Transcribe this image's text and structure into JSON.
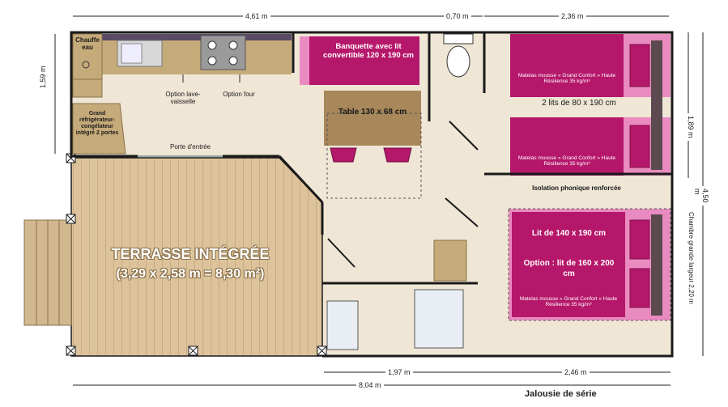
{
  "dimensions": {
    "top_left": "4,61 m",
    "top_mid": "0,70 m",
    "top_right": "2,36 m",
    "left": "1,59 m",
    "right_upper": "1,89 m",
    "right_total": "4,50 m",
    "right_side_note": "Chambre grande largeur 2,20 m",
    "bottom_mid": "1,97 m",
    "bottom_right": "2,46 m",
    "bottom_total": "8,04 m"
  },
  "labels": {
    "chauffe_eau": "Chauffe eau",
    "option_lave_vaisselle": "Option lave-vaisselle",
    "option_four": "Option four",
    "refrigerateur": "Grand réfrigérateur-congélateur intégré 2 portes",
    "porte_entree": "Porte d'entrée",
    "banquette": "Banquette avec lit convertible 120 x 190 cm",
    "table": "Table 130 x 68 cm",
    "deux_lits": "2 lits de 80 x 190 cm",
    "matelas_1": "Matelas mousse « Grand Confort » Haute Résilience 35 kg/m³",
    "matelas_2": "Matelas mousse « Grand Confort » Haute Résilience 35 kg/m³",
    "isolation": "Isolation phonique renforcée",
    "lit_double": "Lit de 140 x 190 cm",
    "option_lit": "Option : lit de 160 x 200 cm",
    "matelas_3": "Matelas mousse « Grand Confort » Haute Résilience 35 kg/m³",
    "terrasse_title": "TERRASSE INTÉGRÉE",
    "terrasse_dims": "(3,29 x 2,58 m = 8,30 m²)",
    "jalousie": "Jalousie de série"
  },
  "colors": {
    "wall": "#1a1a1a",
    "floor": "#efe6d6",
    "wood": "#dcc39c",
    "magenta": "#b5176a",
    "light_pink": "#e98bc0",
    "counter": "#c6ab7a",
    "table": "#a8875a",
    "kitchen_dark": "#5a4a66",
    "headboard": "#5c4a50"
  }
}
